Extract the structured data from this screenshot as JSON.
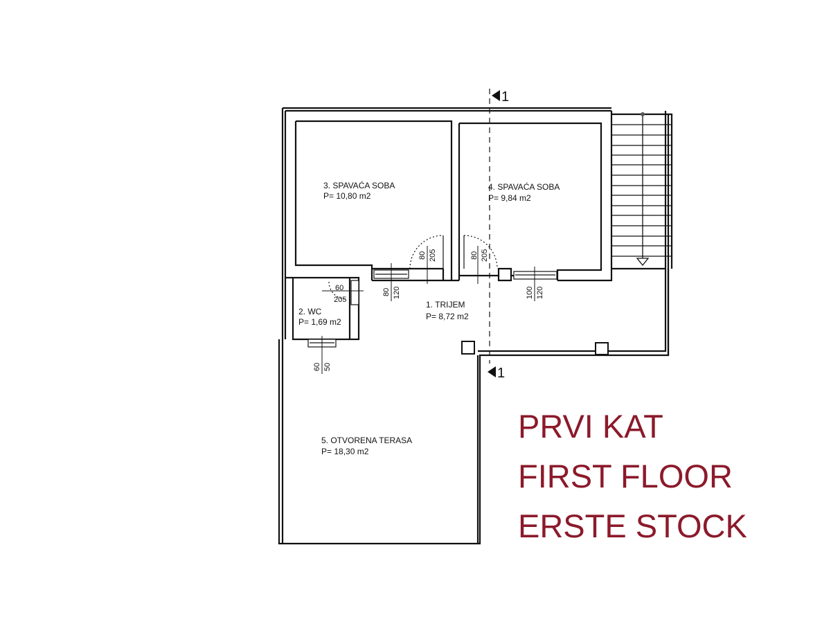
{
  "rooms": [
    {
      "name": "1. TRIJEM",
      "area": "P= 8,72 m2"
    },
    {
      "name": "2. WC",
      "area": "P= 1,69 m2"
    },
    {
      "name": "3. SPAVAĆA SOBA",
      "area": "P= 10,80 m2"
    },
    {
      "name": "4. SPAVAĆA SOBA",
      "area": "P= 9,84 m2"
    },
    {
      "name": "5. OTVORENA TERASA",
      "area": "P= 18,30 m2"
    }
  ],
  "dimensions": {
    "door_room3": [
      "80",
      "205"
    ],
    "door_room4": [
      "80",
      "205"
    ],
    "door_wc": [
      "60",
      "205"
    ],
    "window_room3": [
      "80",
      "120"
    ],
    "window_room4": [
      "100",
      "120"
    ],
    "window_wc": [
      "60",
      "50"
    ]
  },
  "section_marker": "1",
  "title": {
    "line1": "PRVI KAT",
    "line2": "FIRST FLOOR",
    "line3": "ERSTE STOCK",
    "color": "#8b1a2b"
  }
}
